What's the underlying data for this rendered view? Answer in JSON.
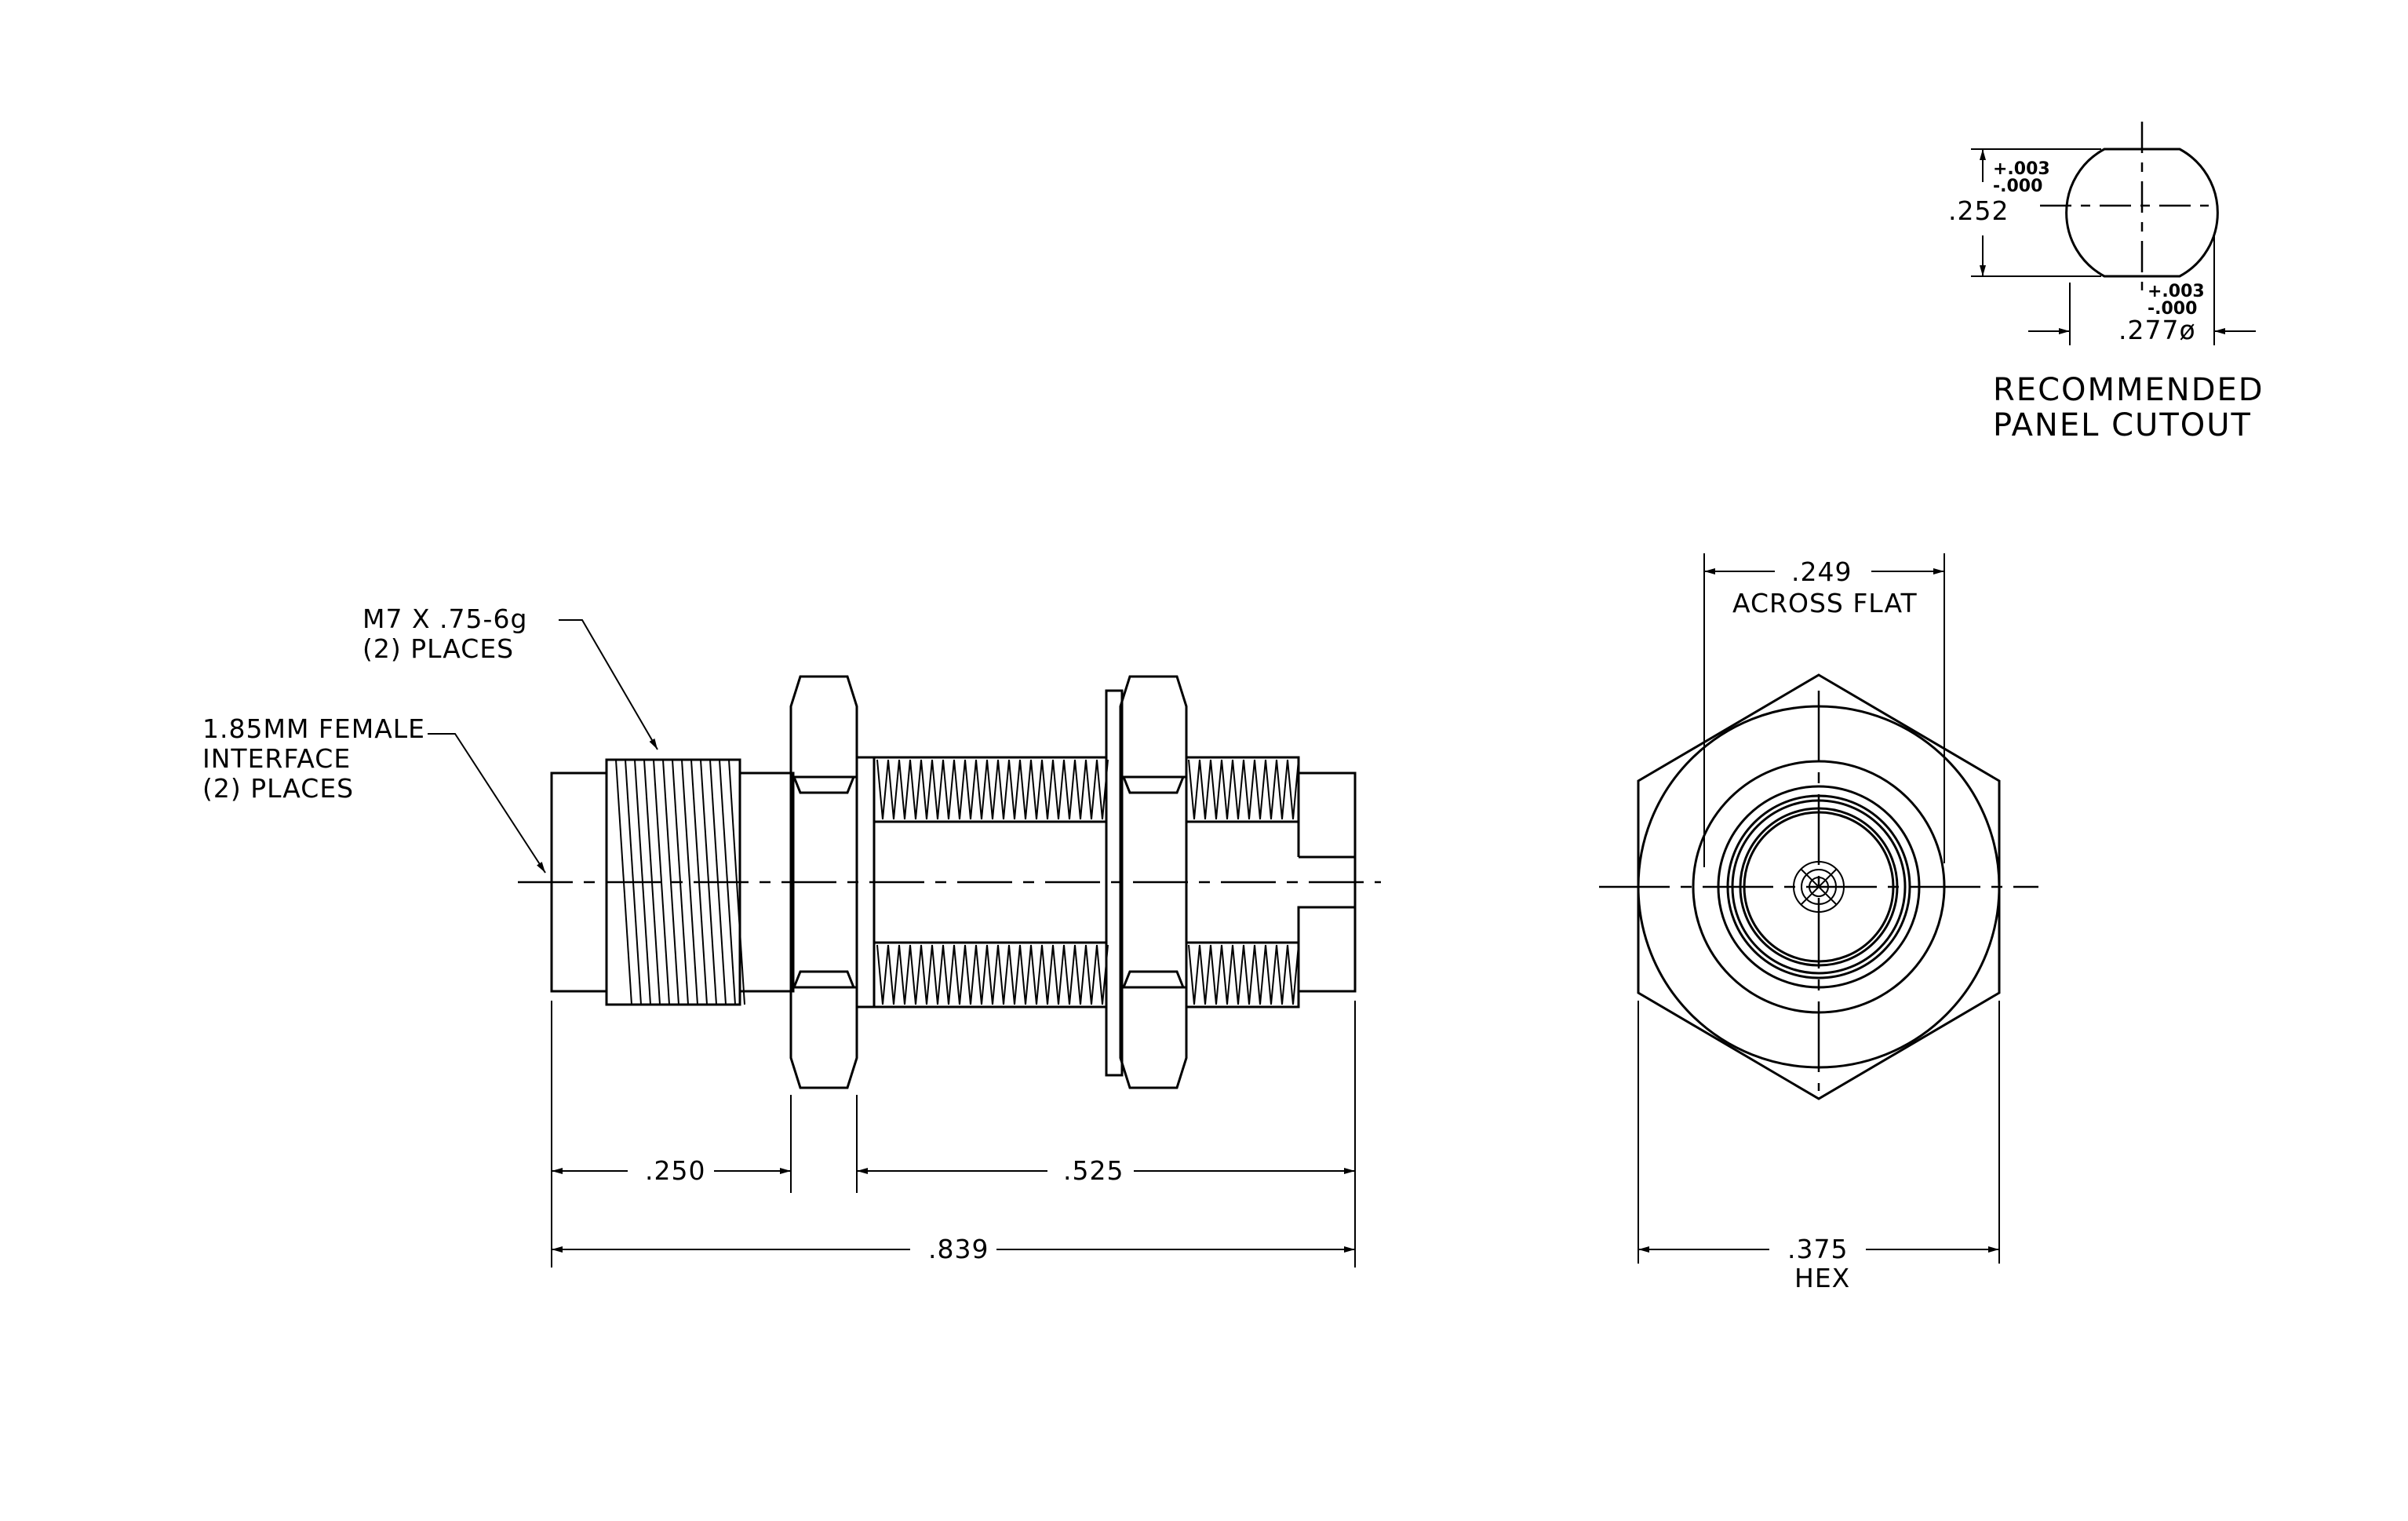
{
  "panel_cutout": {
    "height_dim": ".252",
    "height_tol_plus": "+.003",
    "height_tol_minus": "-.000",
    "diameter_dim": ".277ø",
    "diameter_tol_plus": "+.003",
    "diameter_tol_minus": "-.000",
    "caption_line1": "RECOMMENDED",
    "caption_line2": "PANEL  CUTOUT"
  },
  "side_view": {
    "thread_callout_line1": "M7 X .75-6g",
    "thread_callout_line2": "(2) PLACES",
    "interface_callout_line1": "1.85MM FEMALE",
    "interface_callout_line2": "INTERFACE",
    "interface_callout_line3": "(2) PLACES",
    "dim_left": ".250",
    "dim_right": ".525",
    "dim_overall": ".839"
  },
  "end_view": {
    "flat_dim": ".249",
    "flat_label": "ACROSS FLAT",
    "hex_dim": ".375",
    "hex_label": "HEX"
  }
}
